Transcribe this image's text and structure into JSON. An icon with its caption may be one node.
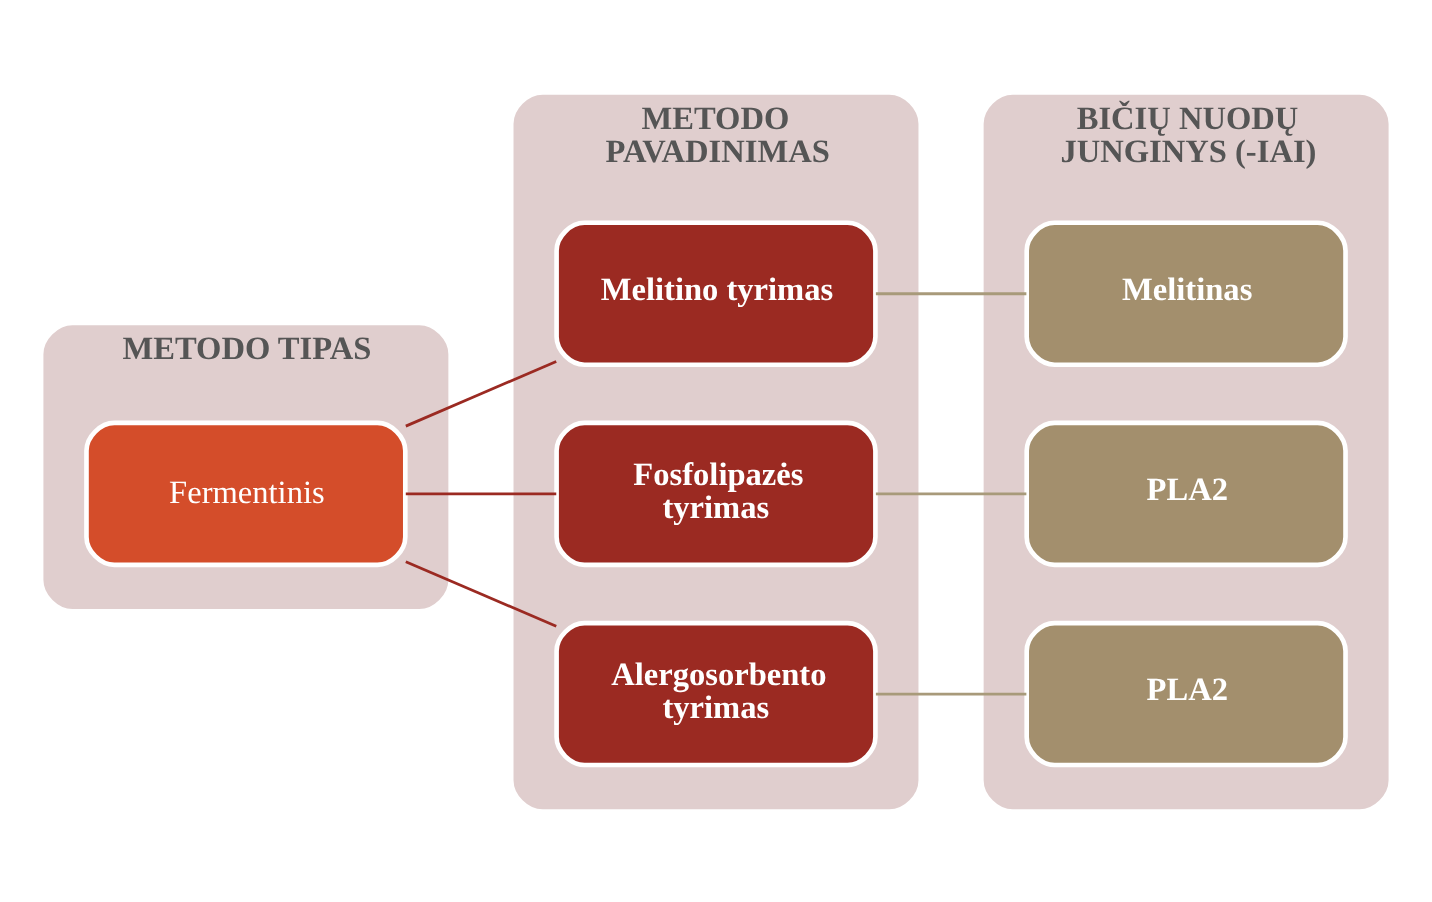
{
  "diagram": {
    "nodes": [
      {
        "text": [
          "METODO TIPAS"
        ]
      },
      {
        "text": [
          "Fermentinis"
        ],
        "in": 0
      },
      {
        "text": [
          "METODO PAVADINIMAS"
        ]
      },
      {
        "text": [
          "Melitino tyrimas"
        ],
        "in": 2
      },
      {
        "text": [
          "Fosfolipazės tyrimas"
        ],
        "in": 2
      },
      {
        "text": [
          "Alergosorbento tyrimas"
        ],
        "in": 2
      },
      {
        "text": [
          "BIČIŲ NUODŲ JUNGINYS (-IAI)"
        ]
      },
      {
        "text": [
          "Melitinas"
        ],
        "in": 6
      },
      {
        "text": [
          "PLA2"
        ],
        "in": 6
      },
      {
        "text": [
          "PLA2"
        ],
        "in": 6
      }
    ],
    "edges": [
      {
        "from": 1,
        "to": 3,
        "arrow": "none",
        "color": "#9b2a22"
      },
      {
        "from": 1,
        "to": 4,
        "arrow": "none",
        "color": "#9b2a22"
      },
      {
        "from": 1,
        "to": 5,
        "arrow": "none",
        "color": "#9b2a22"
      },
      {
        "from": 3,
        "to": 7,
        "arrow": "none",
        "color": "#a89a7a"
      },
      {
        "from": 4,
        "to": 8,
        "arrow": "none",
        "color": "#a89a7a"
      },
      {
        "from": 5,
        "to": 9,
        "arrow": "none",
        "color": "#a89a7a"
      }
    ]
  }
}
